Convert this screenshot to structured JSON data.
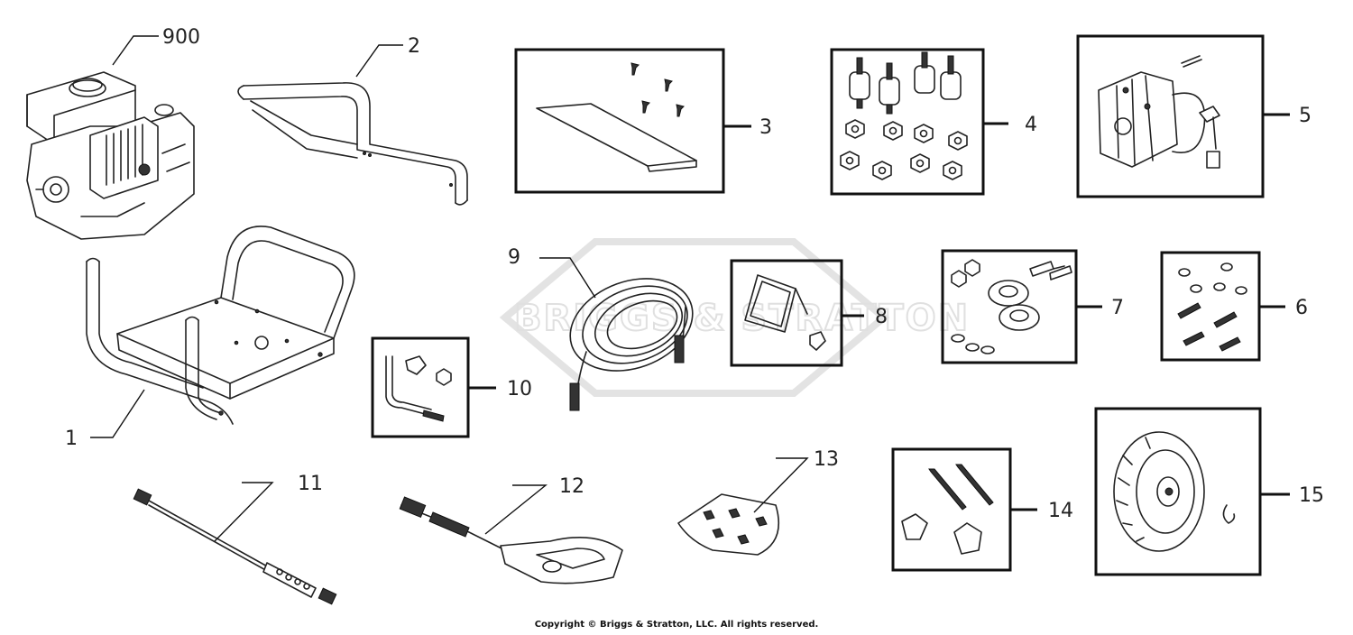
{
  "diagram": {
    "callouts": {
      "c900": "900",
      "c1": "1",
      "c2": "2",
      "c3": "3",
      "c4": "4",
      "c5": "5",
      "c6": "6",
      "c7": "7",
      "c8": "8",
      "c9": "9",
      "c10": "10",
      "c11": "11",
      "c12": "12",
      "c13": "13",
      "c14": "14",
      "c15": "15"
    },
    "watermark": "BRIGGS & STRATTON"
  },
  "footer": {
    "copyright": "Copyright © Briggs & Stratton, LLC. All rights reserved."
  }
}
